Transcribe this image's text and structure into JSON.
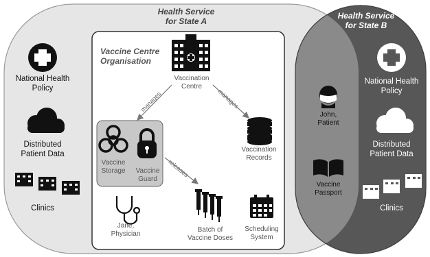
{
  "state_a": {
    "title": "Health Service\nfor State A",
    "policy": "National Health\nPolicy",
    "data": "Distributed\nPatient Data",
    "clinics": "Clinics"
  },
  "state_b": {
    "title": "Health Service\nfor State B",
    "policy": "National Health\nPolicy",
    "data": "Distributed\nPatient Data",
    "clinics": "Clinics"
  },
  "overlap": {
    "patient": "John,\nPatient",
    "passport": "Vaccine\nPassport"
  },
  "centre_org": {
    "title": "Vaccine Centre\nOrganisation",
    "centre": "Vaccination\nCentre",
    "storage": "Vaccine\nStorage",
    "guard": "Vaccine\nGuard",
    "records": "Vaccination\nRecords",
    "physician": "Jane,\nPhysician",
    "batch": "Batch of\nVaccine Doses",
    "scheduling": "Scheduling\nSystem"
  },
  "edges": {
    "manages_left": "manages",
    "manages_right": "manages",
    "releases": "releases"
  },
  "colors": {
    "state_a_fill": "#e6e6e6",
    "state_b_fill": "#575757",
    "overlap_fill": "#8a8a8a",
    "org_fill": "#ffffff",
    "storage_fill": "#c8c8c8",
    "icon_dark": "#111111",
    "icon_light": "#ffffff"
  }
}
